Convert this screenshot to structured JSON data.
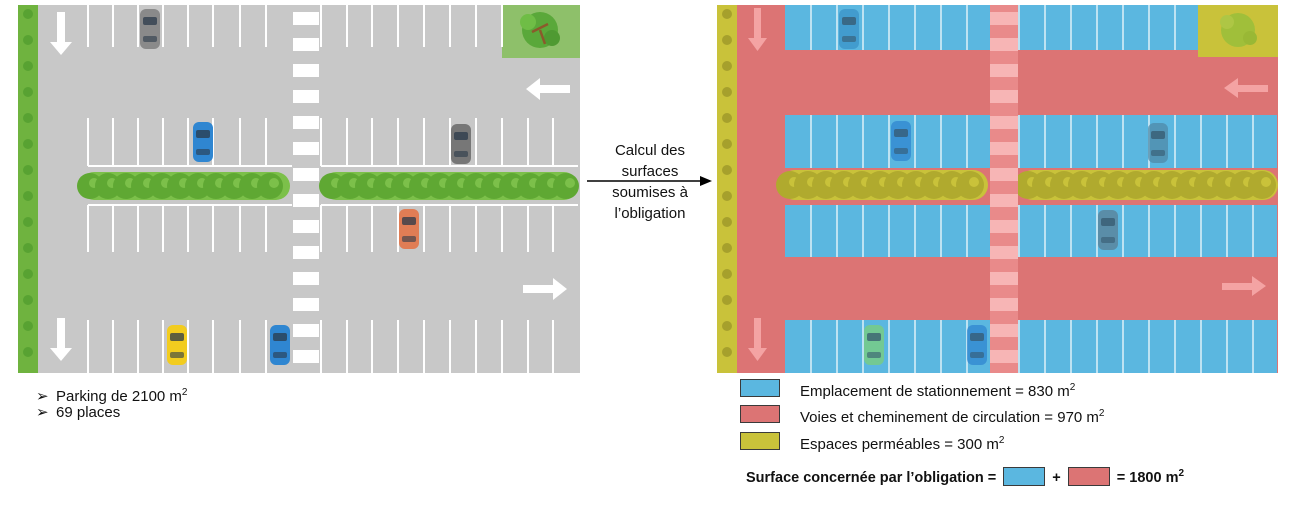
{
  "colors": {
    "asphalt": "#c8c8c8",
    "marking": "#ffffff",
    "green_strip": "#6fb33f",
    "hedge": "#7cc04a",
    "parking_blue": "#5bb7e0",
    "circulation_red": "#dc7474",
    "permeable_yellow": "#c9c23a",
    "crosswalk_pink": "#f2a0a0"
  },
  "left_panel": {
    "bullets": [
      {
        "text": "Parking de 2100 m",
        "sup": "2"
      },
      {
        "text": "69 places",
        "sup": ""
      }
    ],
    "bullet_marker": "➢"
  },
  "middle": {
    "label_lines": [
      "Calcul des",
      "surfaces",
      "soumises à",
      "l’obligation"
    ]
  },
  "legend": [
    {
      "key": "parking",
      "label": "Emplacement de stationnement = 830 m",
      "sup": "2",
      "color": "#5bb7e0"
    },
    {
      "key": "circulation",
      "label": "Voies et cheminement de circulation = 970 m",
      "sup": "2",
      "color": "#dc7474"
    },
    {
      "key": "permeable",
      "label": "Espaces perméables = 300 m",
      "sup": "2",
      "color": "#c9c23a"
    }
  ],
  "summary": {
    "prefix": "Surface concernée par l’obligation =",
    "plus": "+",
    "result": "= 1800 m",
    "sup": "2"
  }
}
